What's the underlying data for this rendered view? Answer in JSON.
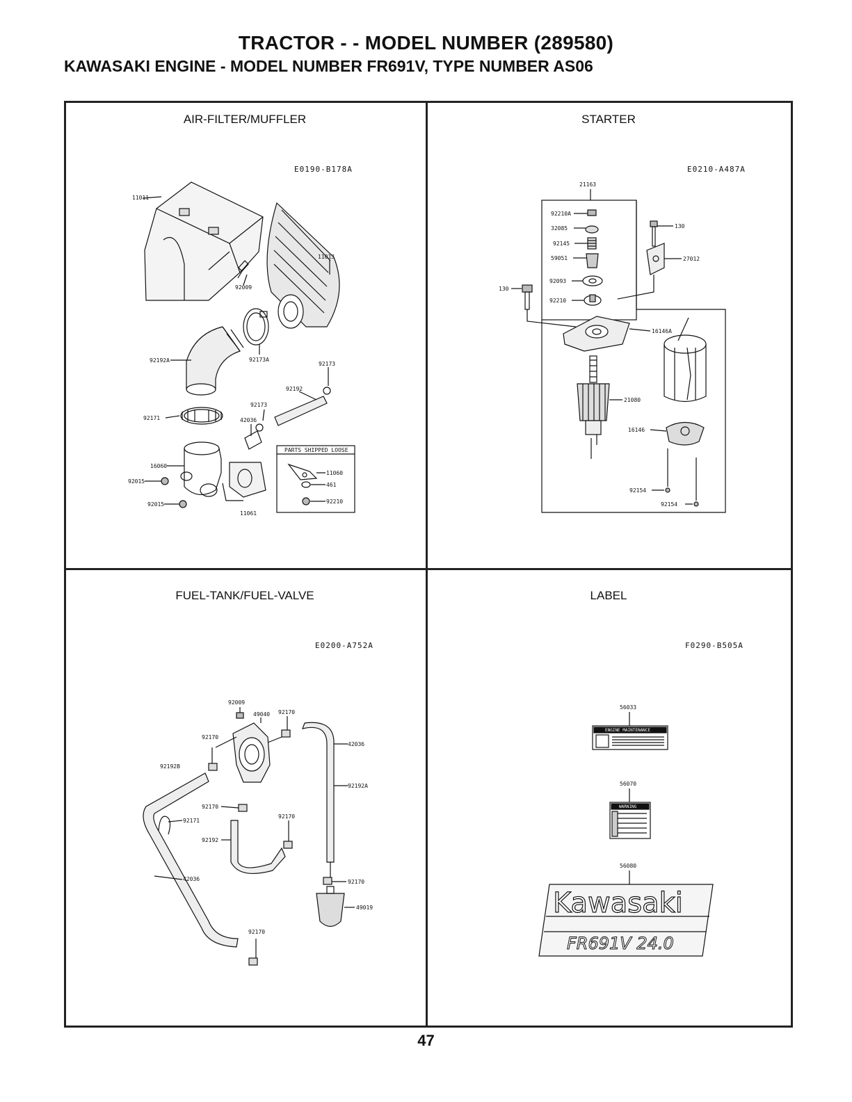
{
  "header": {
    "title": "TRACTOR - - MODEL NUMBER (289580)",
    "subtitle": "KAWASAKI ENGINE - MODEL NUMBER FR691V, TYPE NUMBER AS06"
  },
  "panels": {
    "air_filter": {
      "title": "AIR-FILTER/MUFFLER",
      "code": "E0190-B178A",
      "loose_box_title": "PARTS SHIPPED LOOSE",
      "parts": [
        "11011",
        "11013",
        "92009",
        "92173A",
        "92192A",
        "92173",
        "92192",
        "92173",
        "42036",
        "92171",
        "16060",
        "92015",
        "92015",
        "11061",
        "11060",
        "461",
        "92210"
      ]
    },
    "starter": {
      "title": "STARTER",
      "code": "E0210-A487A",
      "parts": [
        "21163",
        "92210A",
        "32085",
        "92145",
        "59051",
        "92093",
        "92210",
        "130",
        "130",
        "27012",
        "16146A",
        "21080",
        "16146",
        "92154",
        "92154"
      ]
    },
    "fuel": {
      "title": "FUEL-TANK/FUEL-VALVE",
      "code": "E0200-A752A",
      "parts": [
        "92009",
        "49040",
        "92170",
        "92170",
        "92192B",
        "42036",
        "92192A",
        "92170",
        "92171",
        "92170",
        "92192",
        "42036",
        "92170",
        "49019",
        "92170"
      ]
    },
    "label": {
      "title": "LABEL",
      "code": "F0290-B505A",
      "parts": [
        "56033",
        "56070",
        "56080"
      ],
      "brand": "Kawasaki",
      "model_text": "FR691V 24.0",
      "maint_title": "ENGINE MAINTENANCE",
      "warning_title": "WARNING"
    }
  },
  "page_number": "47"
}
